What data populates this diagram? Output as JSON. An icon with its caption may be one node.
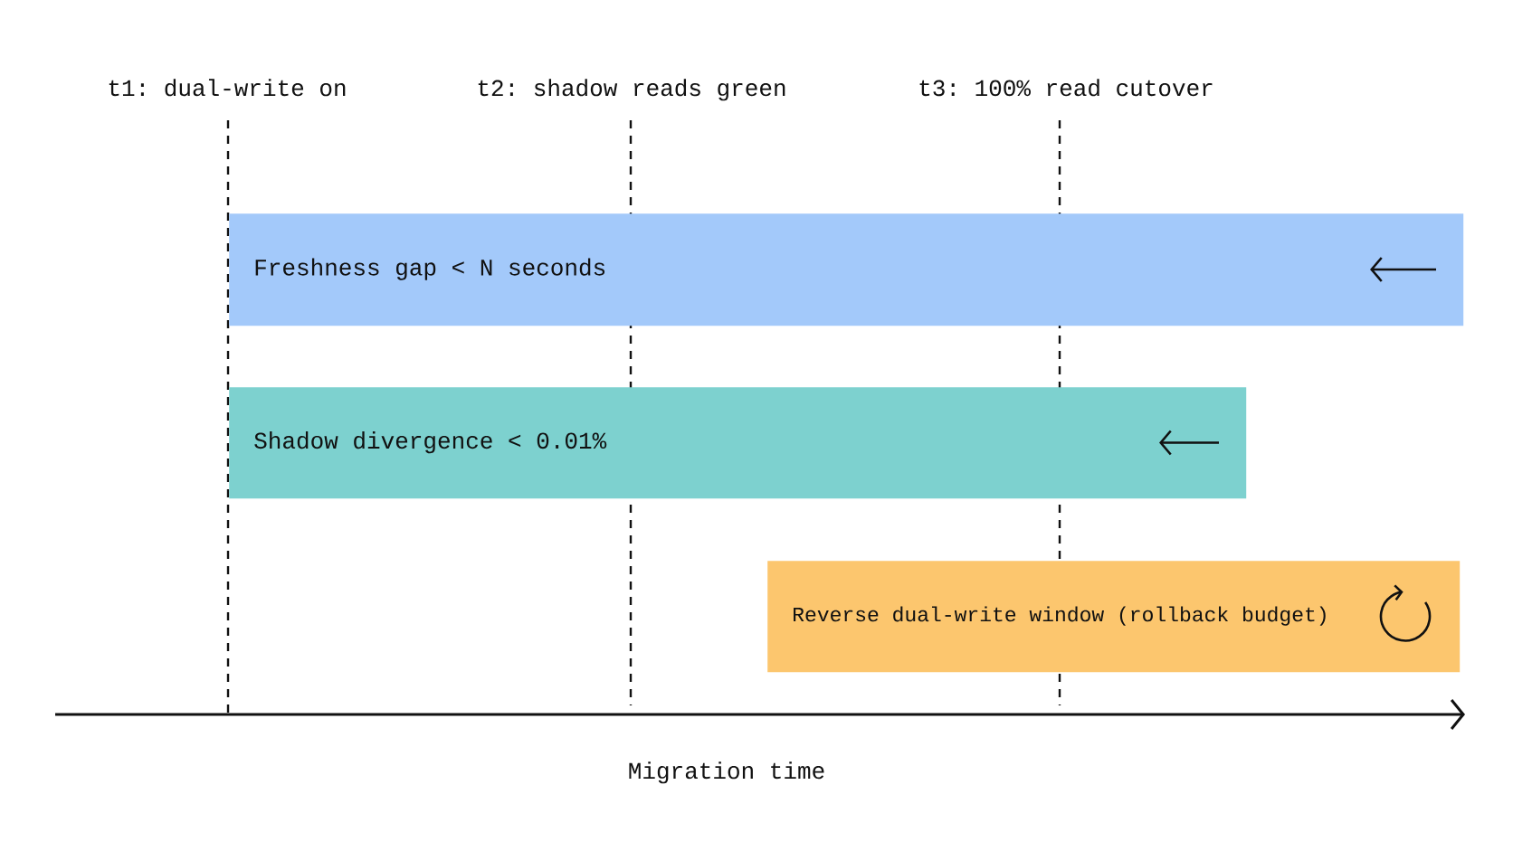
{
  "diagram": {
    "nodes": [
      {
        "text": [
          "Freshness gap < N seconds"
        ]
      },
      {
        "text": [
          "Shadow divergence < 0.01%"
        ]
      },
      {
        "text": [
          "Reverse dual-write window (rollback budget)"
        ]
      }
    ],
    "labels": [
      "t1: dual-write on",
      "t2: shadow reads green",
      "t3: 100% read cutover",
      "Migration time"
    ]
  }
}
